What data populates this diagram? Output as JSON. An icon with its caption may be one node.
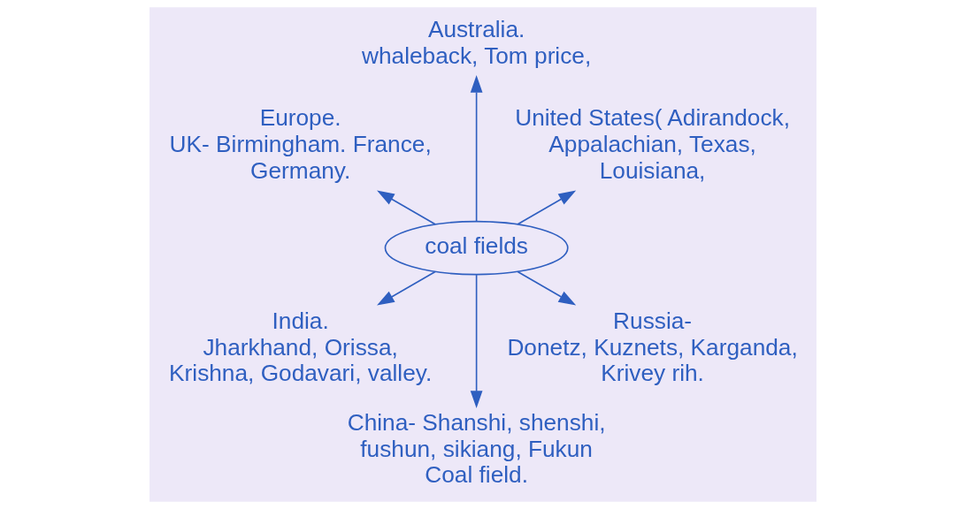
{
  "diagram": {
    "nodes": [
      {
        "text": [
          "coal fields"
        ]
      },
      {
        "text": [
          "United States( Adirandock, Appalachian, Texas, Louisiana,"
        ]
      },
      {
        "text": [
          "Australia.",
          "whaleback, Tom price,"
        ]
      },
      {
        "text": [
          "Europe.",
          "UK- Birmingham. France, Germany."
        ]
      },
      {
        "text": [
          "India.",
          "Jharkhand, Orissa, Krishna, Godavari, valley."
        ]
      },
      {
        "text": [
          "China- Shanshi, shenshi, fushun, sikiang, Fukun Coal field."
        ]
      },
      {
        "text": [
          "Russia-",
          "Donetz, Kuznets, Karganda, Krivey rih."
        ]
      }
    ],
    "edges": [
      {
        "from": 0,
        "to": 1,
        "arrow": "to"
      },
      {
        "from": 0,
        "to": 2,
        "arrow": "to"
      },
      {
        "from": 0,
        "to": 3,
        "arrow": "to"
      },
      {
        "from": 0,
        "to": 4,
        "arrow": "to"
      },
      {
        "from": 0,
        "to": 5,
        "arrow": "to"
      },
      {
        "from": 0,
        "to": 6,
        "arrow": "to"
      }
    ]
  }
}
